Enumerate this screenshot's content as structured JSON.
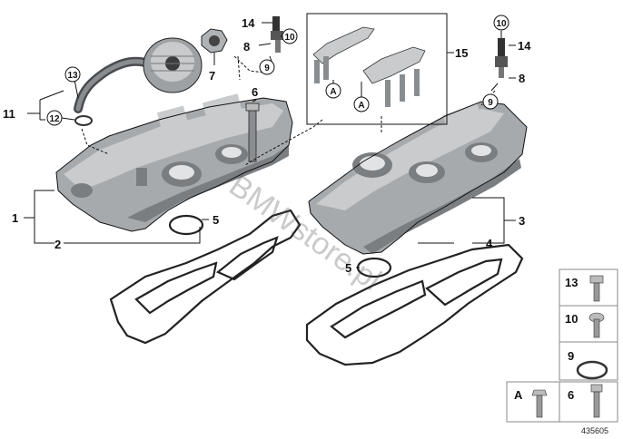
{
  "diagram_ref": "435605",
  "watermark": "BMWstore.pl",
  "callouts": {
    "c1": "1",
    "c2": "2",
    "c3": "3",
    "c4": "4",
    "c5a": "5",
    "c5b": "5",
    "c6": "6",
    "c7": "7",
    "c8a": "8",
    "c8b": "8",
    "c9a": "9",
    "c9b": "9",
    "c10a": "10",
    "c10b": "10",
    "c11": "11",
    "c12": "12",
    "c13": "13",
    "c14a": "14",
    "c14b": "14",
    "c15": "15",
    "cA1": "A",
    "cA2": "A"
  },
  "legend": [
    {
      "label": "13"
    },
    {
      "label": "10"
    },
    {
      "label": "9"
    },
    {
      "label": "6"
    },
    {
      "label": "A"
    }
  ]
}
